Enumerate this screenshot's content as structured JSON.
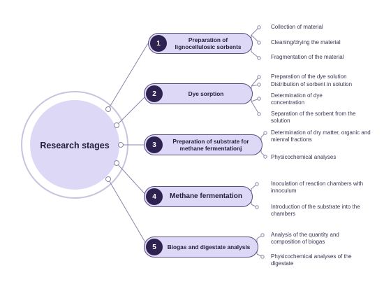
{
  "center": {
    "label": "Research stages"
  },
  "stages": [
    {
      "number": "1",
      "label": "Preparation of lignocellulosic sorbents",
      "items": [
        "Collection of material",
        "Cleaning/drying the material",
        "Fragmentation of the material"
      ]
    },
    {
      "number": "2",
      "label": "Dye sorption",
      "items": [
        "Preparation of the dye solution",
        "Distribution of sorbent in solution",
        "Determination of dye concentration",
        "Separation of the sorbent from the solution"
      ]
    },
    {
      "number": "3",
      "label": "Preparation of substrate for methane fermentationj",
      "items": [
        "Determination of dry matter, organic and mienral fractions",
        "Physicochemical analyses"
      ]
    },
    {
      "number": "4",
      "label": "Methane fermentation",
      "items": [
        "Inoculation of reaction chambers with innoculum",
        "Introduction of the substrate into the chambers"
      ]
    },
    {
      "number": "5",
      "label": "Biogas and digestate analysis",
      "items": [
        "Analysis of the quantity and composition of biogas",
        "Physicochemical analyses of the digestate"
      ]
    }
  ],
  "colors": {
    "accent": "#2e2350",
    "pill_fill": "#dcd8f6",
    "disc_fill": "#dcd8f6",
    "line": "#8a84a8"
  }
}
